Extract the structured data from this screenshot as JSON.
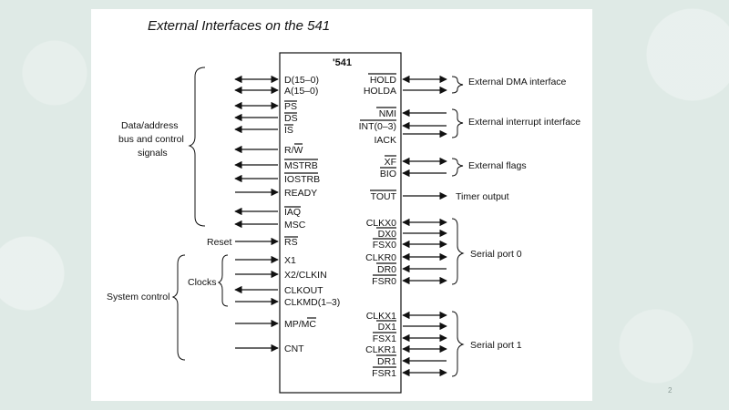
{
  "slide": {
    "title": "External Interfaces on the  541",
    "page_number": "2"
  },
  "chip": {
    "label": "'541"
  },
  "left_pins": [
    "D(15–0)",
    "A(15–0)",
    "PS",
    "DS",
    "IS",
    "R/W",
    "MSTRB",
    "IOSTRB",
    "READY",
    "IAQ",
    "MSC",
    "RS",
    "X1",
    "X2/CLKIN",
    "CLKOUT",
    "CLKMD(1–3)",
    "MP/MC",
    "CNT"
  ],
  "right_pins": [
    "HOLD",
    "HOLDA",
    "NMI",
    "INT(0–3)",
    "IACK",
    "XF",
    "BIO",
    "TOUT",
    "CLKX0",
    "DX0",
    "FSX0",
    "CLKR0",
    "DR0",
    "FSR0",
    "CLKX1",
    "DX1",
    "FSX1",
    "CLKR1",
    "DR1",
    "FSR1"
  ],
  "left_groups": {
    "data_address": "Data/address bus and control signals",
    "reset": "Reset",
    "clocks": "Clocks",
    "system_control": "System control"
  },
  "right_groups": {
    "dma": "External DMA interface",
    "interrupt": "External interrupt interface",
    "flags": "External flags",
    "timer": "Timer output",
    "serial0": "Serial port 0",
    "serial1": "Serial port 1"
  }
}
